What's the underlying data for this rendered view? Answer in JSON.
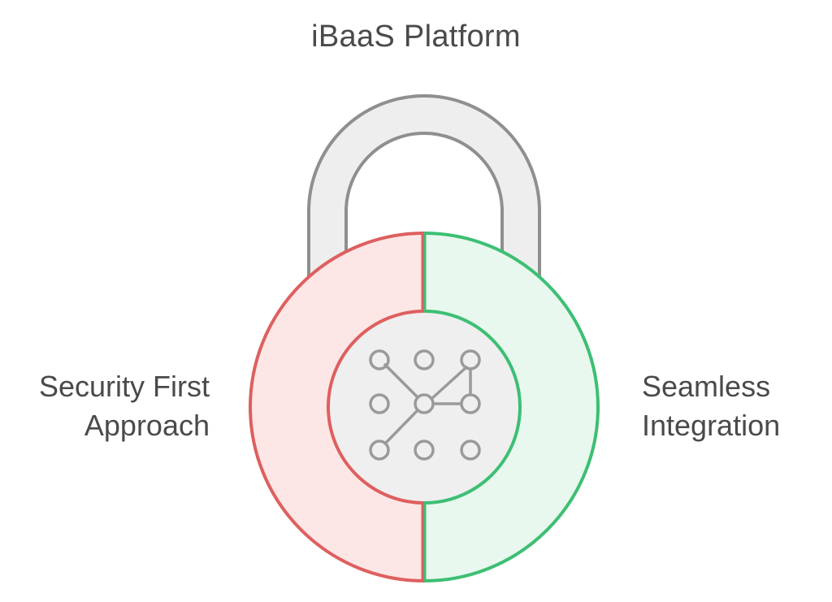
{
  "title": "iBaaS Platform",
  "left_label": {
    "line1": "Security First",
    "line2": "Approach"
  },
  "right_label": {
    "line1": "Seamless",
    "line2": "Integration"
  },
  "icon": "network-nodes-icon",
  "colors": {
    "shackle_fill": "#eeeeee",
    "shackle_stroke": "#8f8f8f",
    "left_fill": "#fde6e6",
    "left_stroke": "#de5f5f",
    "right_fill": "#e8f8ee",
    "right_stroke": "#3dbf74",
    "inner_fill": "#efefef",
    "icon_stroke": "#9a9a9a",
    "text": "#4a4a4a"
  }
}
